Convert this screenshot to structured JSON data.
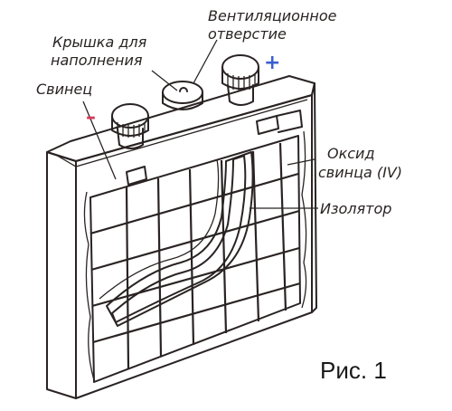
{
  "labels": {
    "vent_line1": "Вентиляционное",
    "vent_line2": "отверстие",
    "cap_line1": "Крышка для",
    "cap_line2": "наполнения",
    "lead": "Свинец",
    "oxide_line1": "Оксид",
    "oxide_line2": "свинца (IV)",
    "insulator": "Изолятор",
    "minus": "–",
    "plus": "+",
    "caption": "Рис. 1"
  },
  "colors": {
    "ink": "#2a2323",
    "minus": "#d83a5a",
    "plus": "#3a5fcf",
    "insulator_fill": "#ede6df",
    "background": "#ffffff"
  }
}
